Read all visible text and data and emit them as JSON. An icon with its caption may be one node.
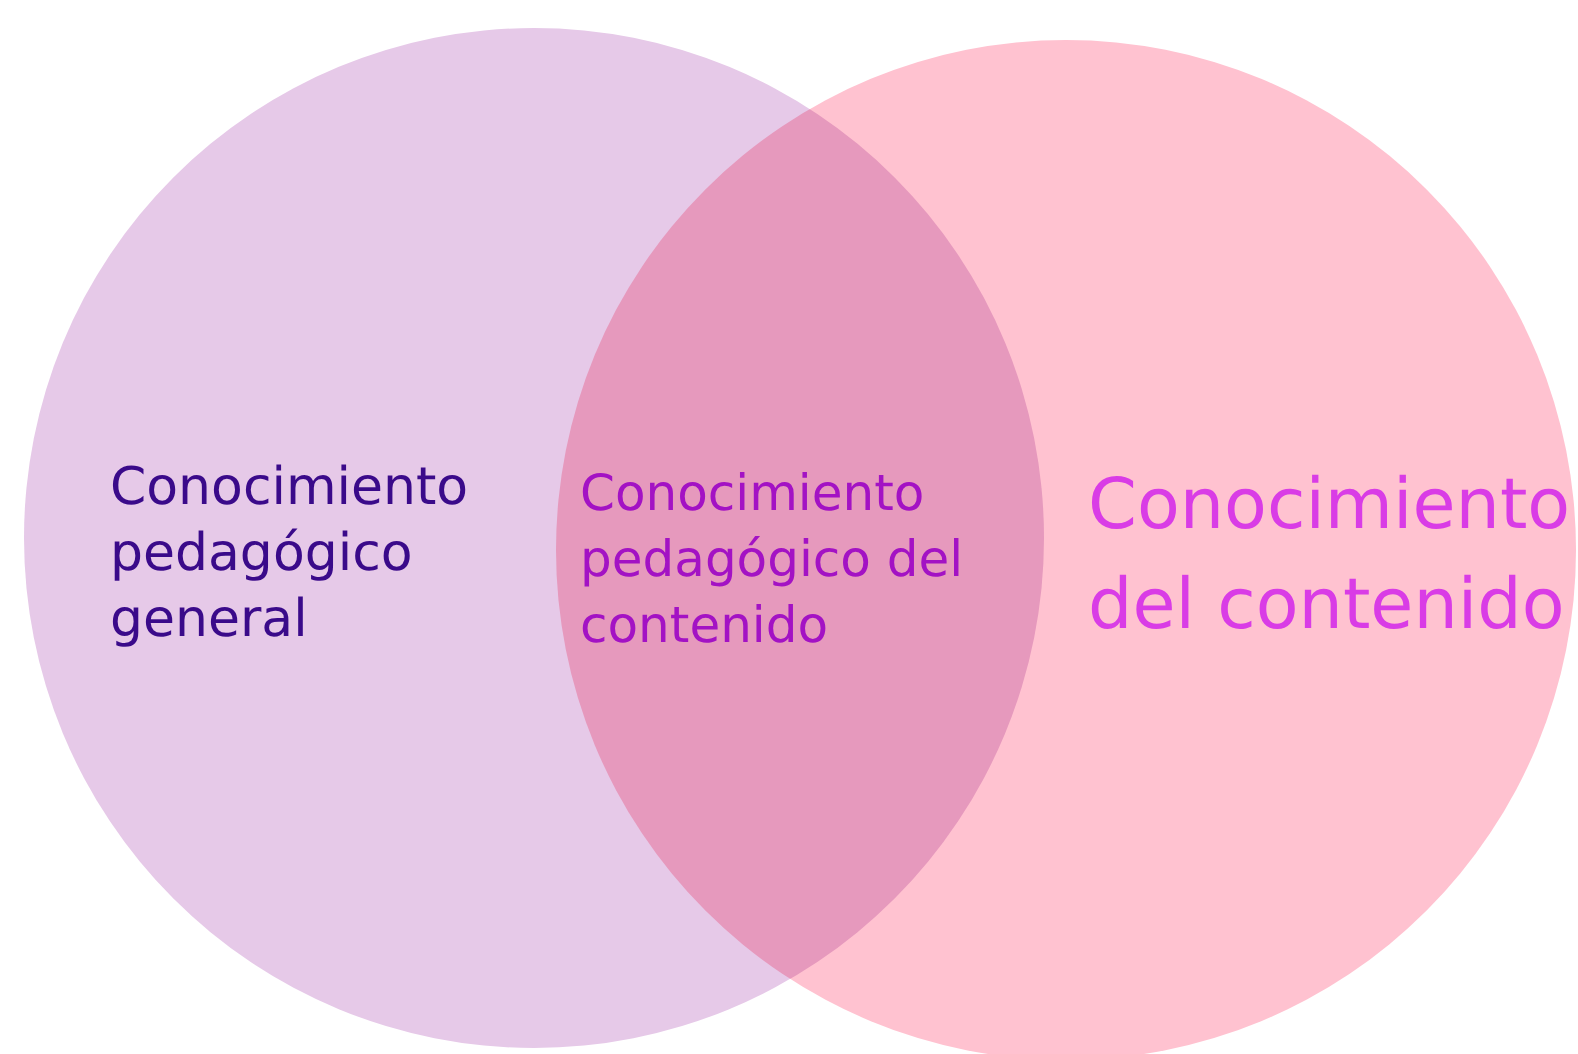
{
  "diagram": {
    "nodes": [
      {
        "text": [
          "Conocimiento pedagógico general"
        ]
      },
      {
        "text": [
          "Conocimiento del contenido"
        ]
      }
    ],
    "labels": [
      "Conocimiento pedagógico del contenido"
    ]
  }
}
